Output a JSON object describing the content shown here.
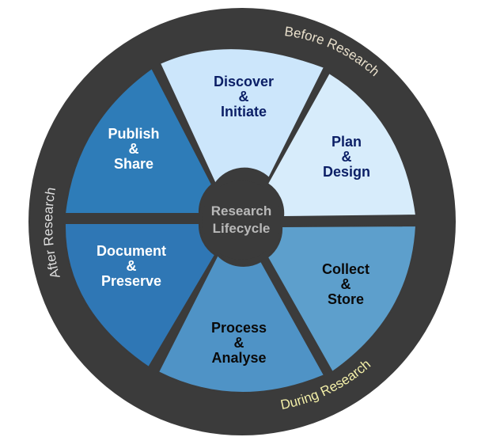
{
  "colors": {
    "ring": "#3b3b3b",
    "hub": "#3b3b3b",
    "hub_text": "#b9b9b9",
    "ring_text_before": "#e9e0cc",
    "ring_text_after": "#dedede",
    "ring_text_during": "#f3efa8"
  },
  "hub": {
    "line1": "Research",
    "line2": "Lifecycle"
  },
  "phases": {
    "before": "Before Research",
    "during": "During Research",
    "after": "After Research"
  },
  "segments": [
    {
      "id": "discover",
      "lines": [
        "Discover",
        "&",
        "Initiate"
      ],
      "fill": "#cce6fb",
      "text_color": "#0b1f66"
    },
    {
      "id": "plan",
      "lines": [
        "Plan",
        "&",
        "Design"
      ],
      "fill": "#d7ecfb",
      "text_color": "#0b1f66"
    },
    {
      "id": "collect",
      "lines": [
        "Collect",
        "&",
        "Store"
      ],
      "fill": "#5d9fcc",
      "text_color": "#0a0a0a"
    },
    {
      "id": "process",
      "lines": [
        "Process",
        "&",
        "Analyse"
      ],
      "fill": "#4f93c6",
      "text_color": "#0a0a0a"
    },
    {
      "id": "document",
      "lines": [
        "Document",
        "&",
        "Preserve"
      ],
      "fill": "#2f77b5",
      "text_color": "#ffffff"
    },
    {
      "id": "publish",
      "lines": [
        "Publish",
        "&",
        "Share"
      ],
      "fill": "#2e7cb8",
      "text_color": "#ffffff"
    }
  ]
}
